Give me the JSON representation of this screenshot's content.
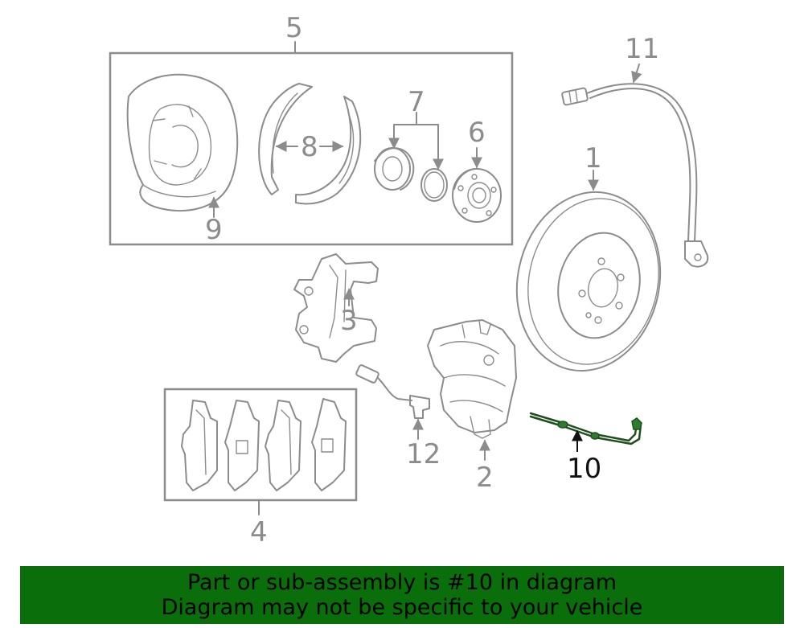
{
  "callouts": {
    "c1": "1",
    "c2": "2",
    "c3": "3",
    "c4": "4",
    "c5": "5",
    "c6": "6",
    "c7": "7",
    "c8": "8",
    "c9": "9",
    "c10": "10",
    "c11": "11",
    "c12": "12"
  },
  "highlight": {
    "part": "10",
    "color": "#2e7d2e"
  },
  "banner": {
    "line1": "Part or sub-assembly is #10 in diagram",
    "line2": "Diagram may not be specific to your vehicle",
    "background": "#0a6e0a"
  }
}
